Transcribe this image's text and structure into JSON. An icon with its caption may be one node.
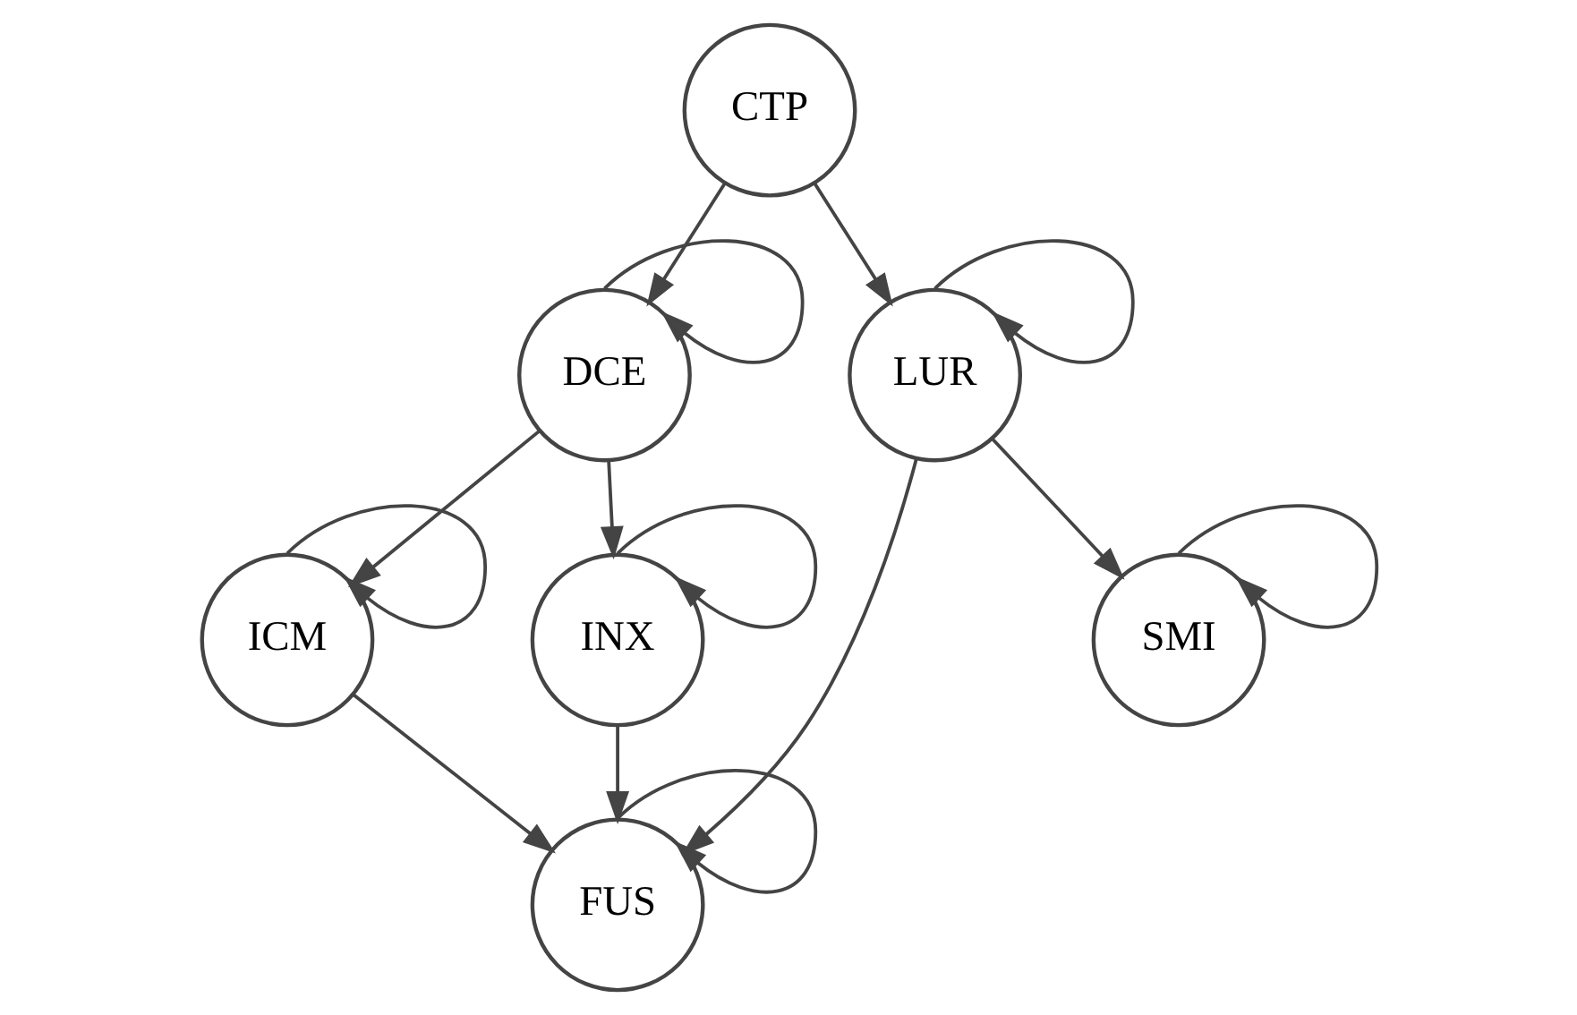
{
  "diagram": {
    "nodes": [
      {
        "text": [
          "CTP"
        ]
      },
      {
        "text": [
          "DCE"
        ]
      },
      {
        "text": [
          "ICM"
        ]
      },
      {
        "text": [
          "INX"
        ]
      },
      {
        "text": [
          "LUR"
        ]
      },
      {
        "text": [
          "FUS"
        ]
      },
      {
        "text": [
          "SMI"
        ]
      }
    ],
    "edges": [
      {
        "from": 0,
        "to": 1,
        "arrow": "to"
      },
      {
        "from": 0,
        "to": 4,
        "arrow": "to"
      },
      {
        "from": 1,
        "to": 1,
        "arrow": "to"
      },
      {
        "from": 1,
        "to": 2,
        "arrow": "to"
      },
      {
        "from": 1,
        "to": 3,
        "arrow": "to"
      },
      {
        "from": 2,
        "to": 2,
        "arrow": "to"
      },
      {
        "from": 3,
        "to": 3,
        "arrow": "to"
      },
      {
        "from": 4,
        "to": 4,
        "arrow": "to"
      },
      {
        "from": 2,
        "to": 5,
        "arrow": "to"
      },
      {
        "from": 3,
        "to": 5,
        "arrow": "to"
      },
      {
        "from": 4,
        "to": 5,
        "arrow": "to"
      },
      {
        "from": 4,
        "to": 6,
        "arrow": "to"
      },
      {
        "from": 5,
        "to": 5,
        "arrow": "to"
      },
      {
        "from": 6,
        "to": 6,
        "arrow": "to"
      }
    ]
  }
}
